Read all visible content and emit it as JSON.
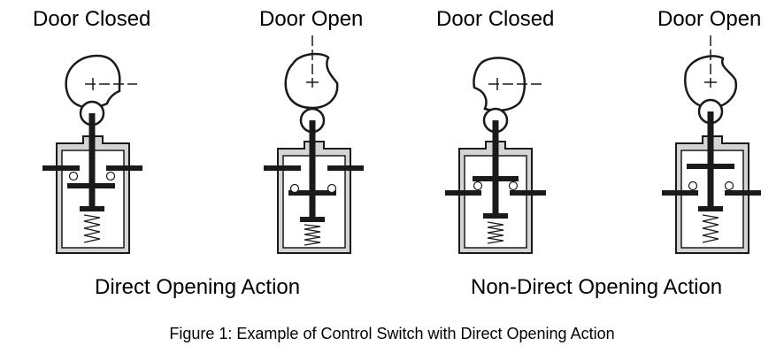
{
  "panels": [
    {
      "label": "Door Closed"
    },
    {
      "label": "Door Open"
    },
    {
      "label": "Door Closed"
    },
    {
      "label": "Door Open"
    }
  ],
  "groups": [
    {
      "label": "Direct Opening Action"
    },
    {
      "label": "Non-Direct Opening Action"
    }
  ],
  "caption": "Figure 1: Example of Control Switch with Direct Opening Action",
  "colors": {
    "ink": "#1a1a1a",
    "housing_fill": "#d4d4d4",
    "housing_inner": "#ffffff"
  }
}
